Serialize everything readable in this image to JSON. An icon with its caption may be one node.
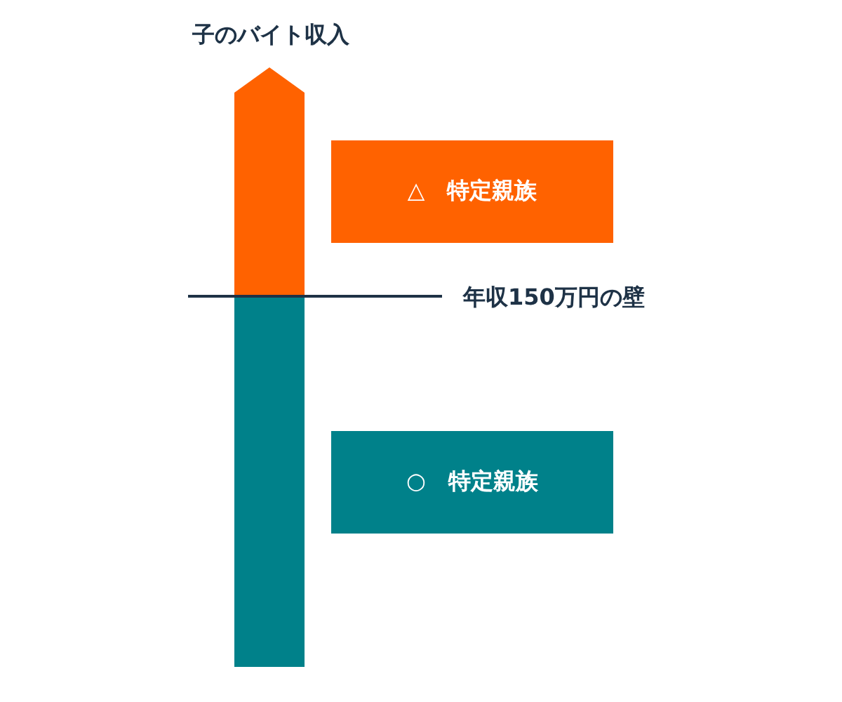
{
  "diagram": {
    "nodes": [
      {
        "text": [
          "△　特定親族"
        ]
      },
      {
        "text": [
          "○　特定親族"
        ]
      }
    ],
    "labels": [
      "子のバイト収入",
      "年収150万円の壁"
    ]
  }
}
